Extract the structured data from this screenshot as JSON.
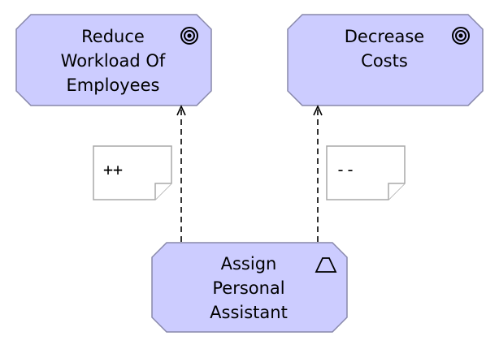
{
  "diagram": {
    "goals": [
      {
        "id": "reduce-workload",
        "label_lines": [
          "Reduce",
          "Workload Of",
          "Employees"
        ],
        "icon": "goal-target-icon"
      },
      {
        "id": "decrease-costs",
        "label_lines": [
          "Decrease",
          "Costs"
        ],
        "icon": "goal-target-icon"
      }
    ],
    "action": {
      "id": "assign-personal-assistant",
      "label_lines": [
        "Assign",
        "Personal",
        "Assistant"
      ],
      "icon": "parallelogram-icon"
    },
    "influences": [
      {
        "from": "assign-personal-assistant",
        "to": "reduce-workload",
        "note": "++"
      },
      {
        "from": "assign-personal-assistant",
        "to": "decrease-costs",
        "note": "--"
      }
    ]
  },
  "colors": {
    "node_fill": "#ccccff",
    "node_stroke": "#8888aa",
    "note_stroke": "#a8a8a8",
    "edge": "#000000"
  }
}
